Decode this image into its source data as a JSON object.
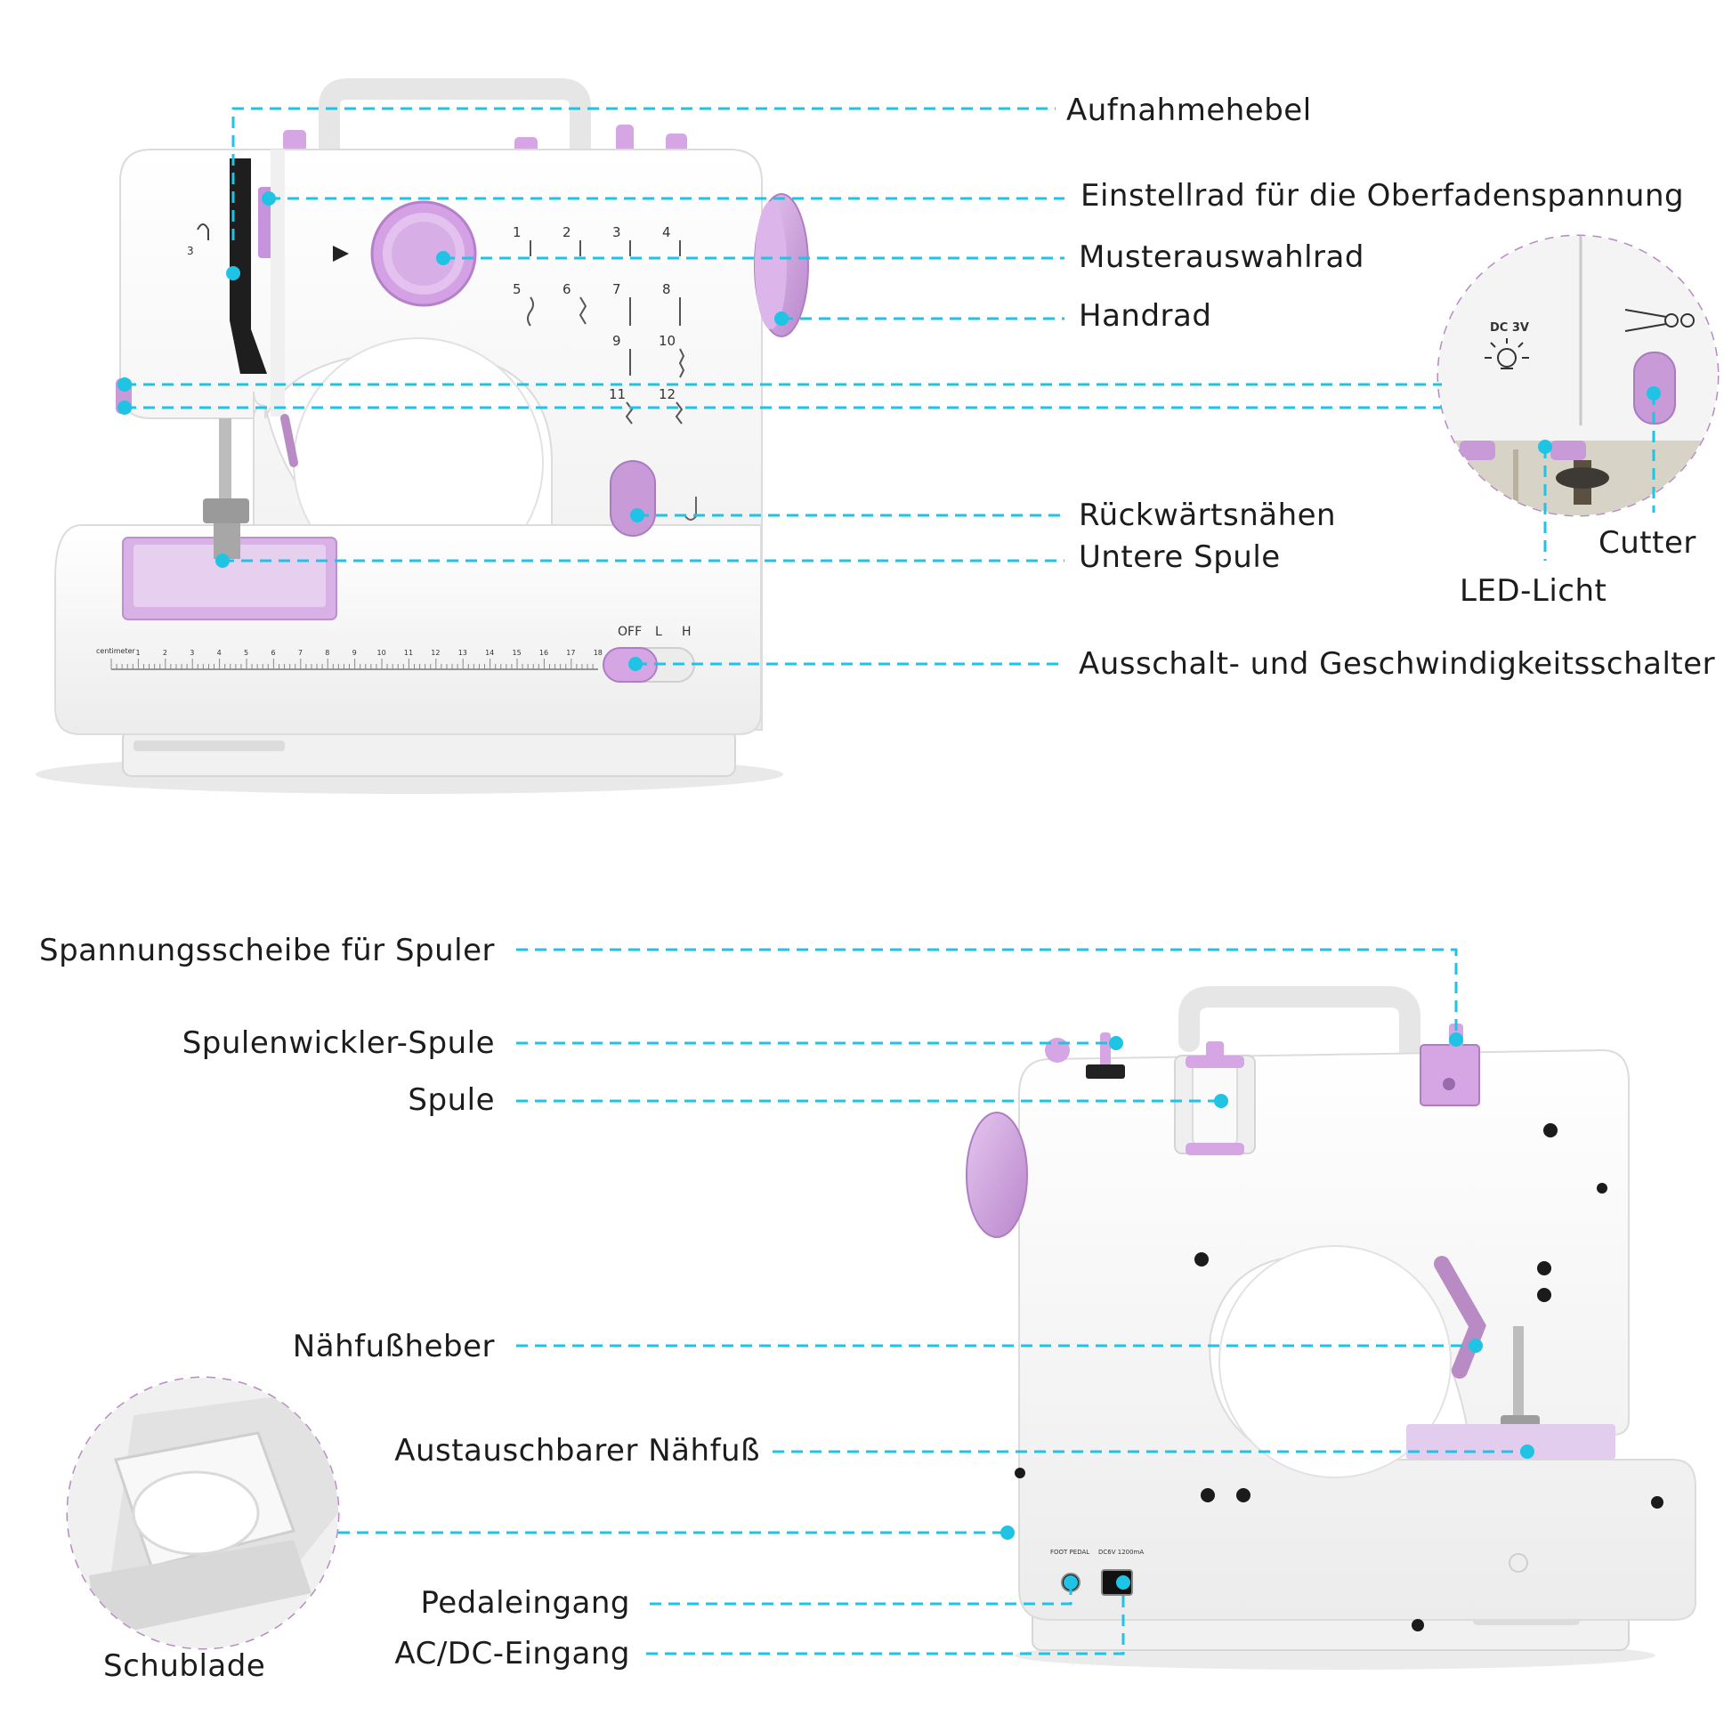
{
  "colors": {
    "leader": "#1fc3e4",
    "accent_purple": "#c99ad8",
    "accent_purple_dark": "#a36fbf",
    "body_white": "#f7f7f7",
    "label_text": "#1c1c1c"
  },
  "labels": {
    "aufnahmehebel": "Aufnahmehebel",
    "oberfadenspannung": "Einstellrad für die Oberfadenspannung",
    "musterauswahlrad": "Musterauswahlrad",
    "handrad": "Handrad",
    "rueckwaertsnaehen": "Rückwärtsnähen",
    "untere_spule": "Untere Spule",
    "schalter": "Ausschalt- und Geschwindigkeitsschalter",
    "cutter": "Cutter",
    "led_licht": "LED-Licht",
    "spannungsscheibe": "Spannungsscheibe für Spuler",
    "spulenwickler": "Spulenwickler-Spule",
    "spule": "Spule",
    "naehfussheber": "Nähfußheber",
    "austauschbarer_naehfuss": "Austauschbarer Nähfuß",
    "pedaleingang": "Pedaleingang",
    "ac_dc_eingang": "AC/DC-Eingang",
    "schublade": "Schublade"
  },
  "machine_markings": {
    "dc3v": "DC 3V",
    "switch_off": "OFF",
    "switch_l": "L",
    "switch_h": "H",
    "ruler_unit": "centimeter",
    "foot_pedal": "FOOT PEDAL",
    "dc_input": "DC6V 1200mA",
    "stitch_numbers": [
      "1",
      "2",
      "3",
      "4",
      "5",
      "6",
      "7",
      "8",
      "9",
      "10",
      "11",
      "12"
    ],
    "ruler_numbers": [
      "1",
      "2",
      "3",
      "4",
      "5",
      "6",
      "7",
      "8",
      "9",
      "10",
      "11",
      "12",
      "13",
      "14",
      "15",
      "16",
      "17",
      "18"
    ]
  },
  "icons": [
    "scissors-icon",
    "light-bulb-icon",
    "needle-icon",
    "arrow-right-icon"
  ]
}
